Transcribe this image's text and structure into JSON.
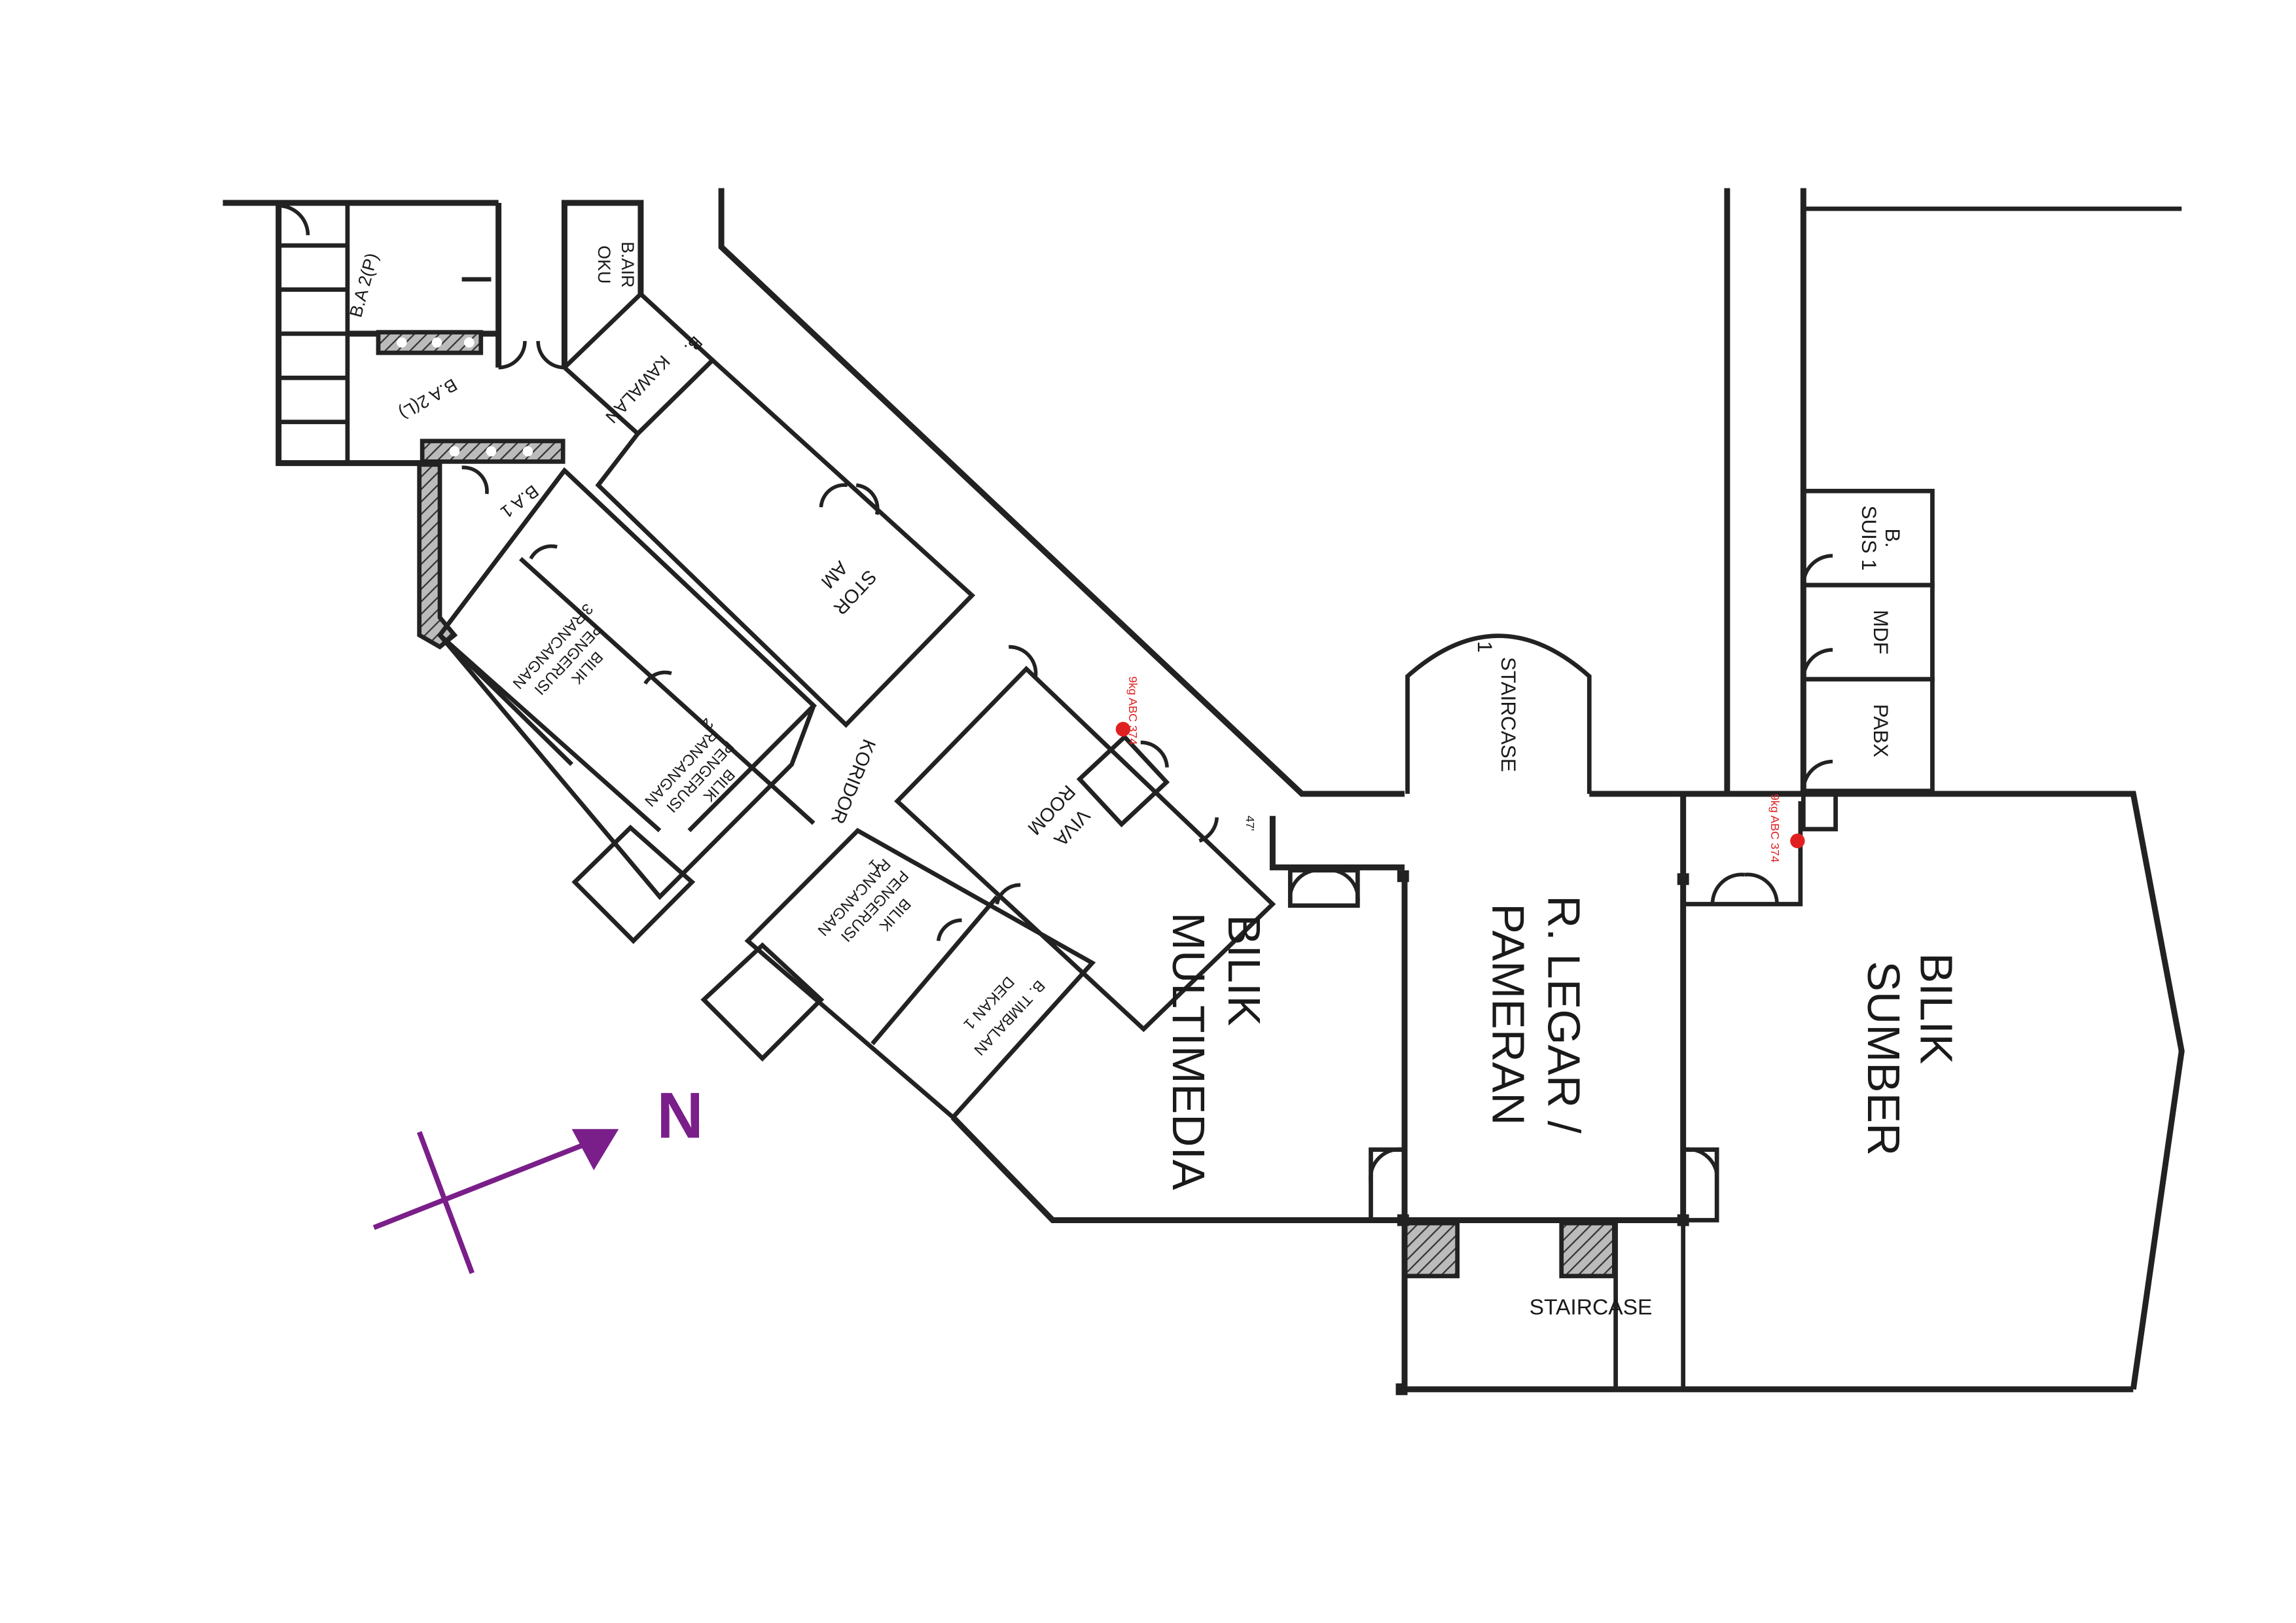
{
  "rooms": {
    "ba2p": "B.A 2(P)",
    "bair_oku_1": "B.AIR",
    "bair_oku_2": "OKU",
    "ba2l": "B.A 2(L)",
    "b_kawalan_1": "B.",
    "b_kawalan_2": "KAWALAN",
    "ba1": "B.A 1",
    "stor_am_1": "STOR",
    "stor_am_2": "AM",
    "bpr3_num": "3",
    "bpr3_1": "BILIK",
    "bpr3_2": "PENGERUSI",
    "bpr3_3": "RANCANGAN",
    "bpr2_num": "2",
    "bpr2_1": "BILIK",
    "bpr2_2": "PENGERUSI",
    "bpr2_3": "RANCANGAN",
    "bpr1_num": "1",
    "bpr1_1": "BILIK",
    "bpr1_2": "PENGERUSI",
    "bpr1_3": "RANCANGAN",
    "btd_1": "B. TIMBALAN",
    "btd_2": "DEKAN 1",
    "viva_1": "VIVA",
    "viva_2": "ROOM",
    "koridor": "KORIDOR",
    "staircase1_1": "STAIRCASE",
    "staircase1_2": "1",
    "bilik_multimedia_1": "BILIK",
    "bilik_multimedia_2": "MULTIMEDIA",
    "r_legar_1": "R. LEGAR /",
    "r_legar_2": "PAMERAN",
    "bilik_sumber_1": "BILIK",
    "bilik_sumber_2": "SUMBER",
    "b_suis_1": "B.",
    "b_suis_2": "SUIS 1",
    "mdf": "MDF",
    "pabx": "PABX",
    "staircase2": "STAIRCASE",
    "dim_47": "47'"
  },
  "extinguishers": {
    "viva": "9kg ABC 374",
    "legar": "9kg ABC 374"
  },
  "compass": {
    "label": "N",
    "color": "#7a1e8a"
  },
  "colors": {
    "extinguisher": "#e02020"
  }
}
